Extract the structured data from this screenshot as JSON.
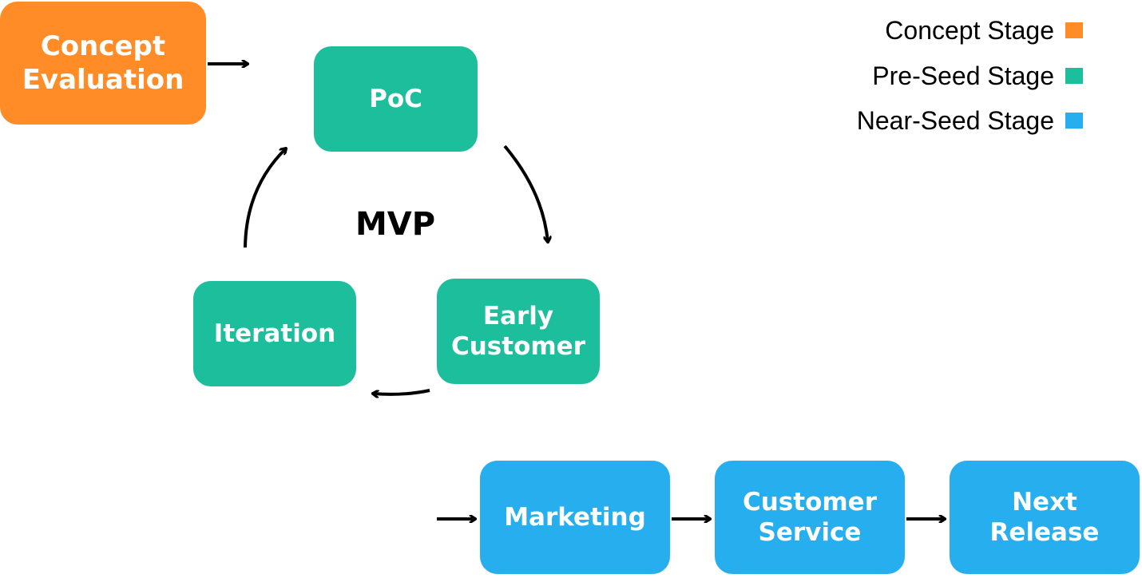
{
  "colors": {
    "concept": "#FF8C27",
    "pre_seed": "#1DBE9B",
    "near_seed": "#27AEEE",
    "arrow": "#000000"
  },
  "nodes": {
    "concept_evaluation": "Concept\nEvaluation",
    "poc": "PoC",
    "early_customer": "Early\nCustomer",
    "iteration": "Iteration",
    "marketing": "Marketing",
    "customer_service": "Customer\nService",
    "next_release": "Next\nRelease"
  },
  "cycle_label": "MVP",
  "legend": [
    {
      "label": "Concept Stage",
      "color": "#FF8C27"
    },
    {
      "label": "Pre-Seed Stage",
      "color": "#1DBE9B"
    },
    {
      "label": "Near-Seed Stage",
      "color": "#27AEEE"
    }
  ]
}
